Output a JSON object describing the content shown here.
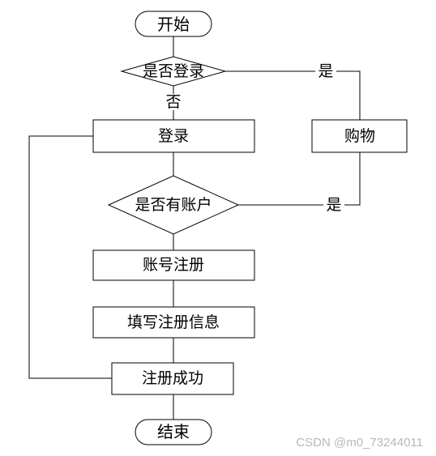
{
  "nodes": {
    "start": "开始",
    "is_logged_in": "是否登录",
    "login": "登录",
    "shopping": "购物",
    "has_account": "是否有账户",
    "register_account": "账号注册",
    "fill_register_info": "填写注册信息",
    "register_success": "注册成功",
    "end": "结束"
  },
  "edges": {
    "logged_in_yes": "是",
    "logged_in_no": "否",
    "has_account_yes": "是"
  },
  "watermark": "CSDN @m0_73244011"
}
